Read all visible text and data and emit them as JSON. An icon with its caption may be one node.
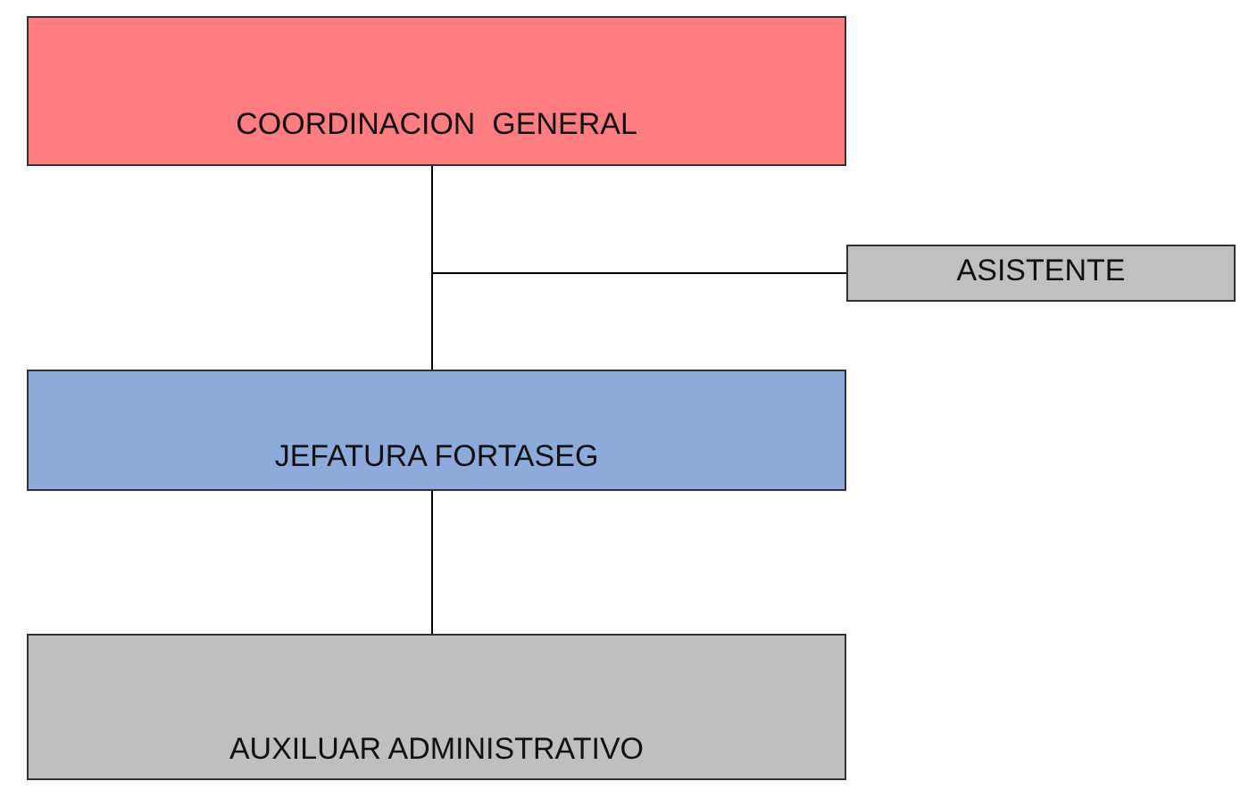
{
  "diagram": {
    "nodes": [
      {
        "text": [
          "COORDINACION  GENERAL"
        ]
      },
      {
        "text": [
          "ASISTENTE"
        ]
      },
      {
        "text": [
          "JEFATURA FORTASEG"
        ]
      },
      {
        "text": [
          "AUXILUAR ADMINISTRATIVO"
        ]
      }
    ],
    "edges": [
      {
        "from": 0,
        "to": 1,
        "arrow": "none"
      },
      {
        "from": 0,
        "to": 2,
        "arrow": "none"
      },
      {
        "from": 2,
        "to": 3,
        "arrow": "none"
      }
    ]
  }
}
